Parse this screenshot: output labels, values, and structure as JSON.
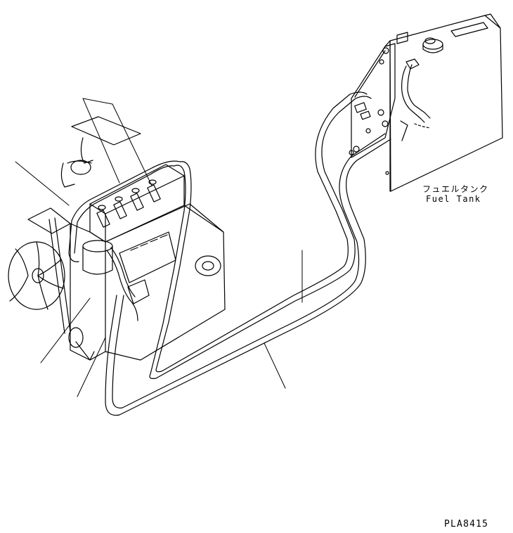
{
  "labels": {
    "tank_jp": "フュエルタンク",
    "tank_en": "Fuel Tank",
    "drawing_code": "PLA8415"
  }
}
